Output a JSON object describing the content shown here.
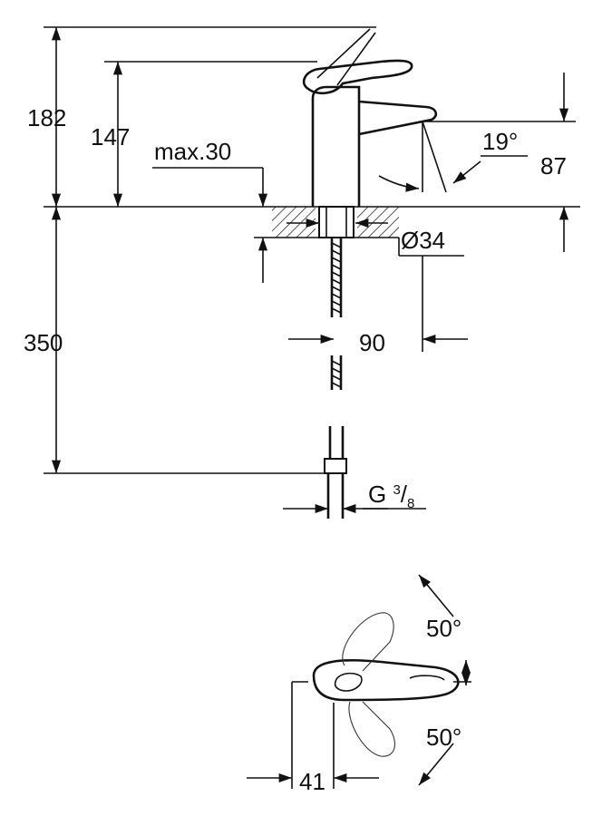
{
  "dimensions": {
    "overall_height": "182",
    "lever_height": "147",
    "max_deck": "max.30",
    "spout_angle": "19°",
    "spout_height": "87",
    "hole_diameter": "Ø34",
    "hose_length": "350",
    "spout_reach": "90",
    "thread_prefix": "G ",
    "thread_num": "3",
    "thread_den": "8",
    "lever_angle_back": "50°",
    "lever_angle_front": "50°",
    "body_offset": "41"
  },
  "colors": {
    "ink": "#111111",
    "background": "#ffffff"
  }
}
